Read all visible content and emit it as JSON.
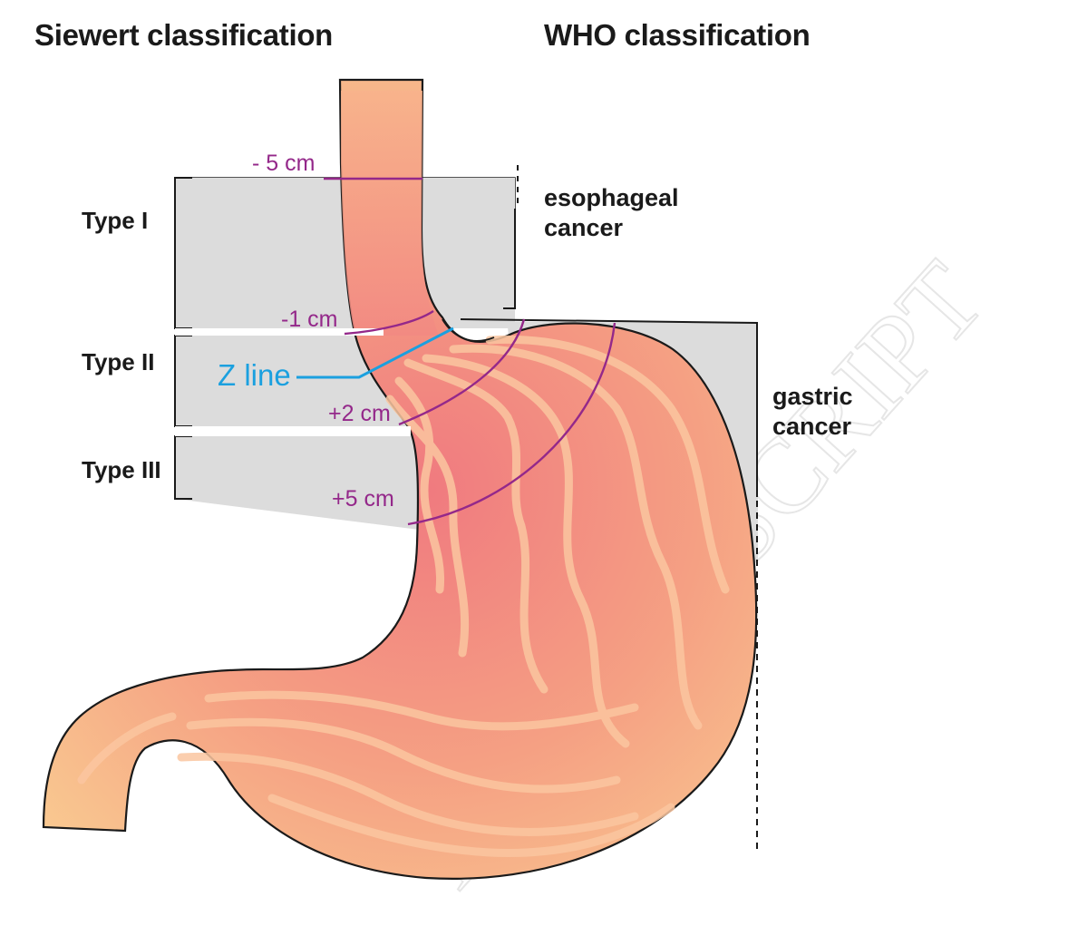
{
  "headings": {
    "siewert": "Siewert classification",
    "who": "WHO classification"
  },
  "siewert_types": {
    "type1": "Type I",
    "type2": "Type II",
    "type3": "Type III"
  },
  "who_categories": {
    "esophageal": [
      "esophageal",
      "cancer"
    ],
    "gastric": [
      "gastric",
      "cancer"
    ]
  },
  "distance_markers": {
    "minus5": "- 5 cm",
    "minus1": "-1 cm",
    "plus2": "+2 cm",
    "plus5": "+5 cm"
  },
  "z_line": "Z line",
  "colors": {
    "marker": "#94288a",
    "z_line": "#1ba0df",
    "region_fill": "#dcdcdc",
    "stomach_light": "#f9c18f",
    "stomach_dark": "#f07a7f",
    "fold": "#fbc6a0",
    "outline": "#1a1a1a",
    "watermark": "#e4e4e4"
  }
}
